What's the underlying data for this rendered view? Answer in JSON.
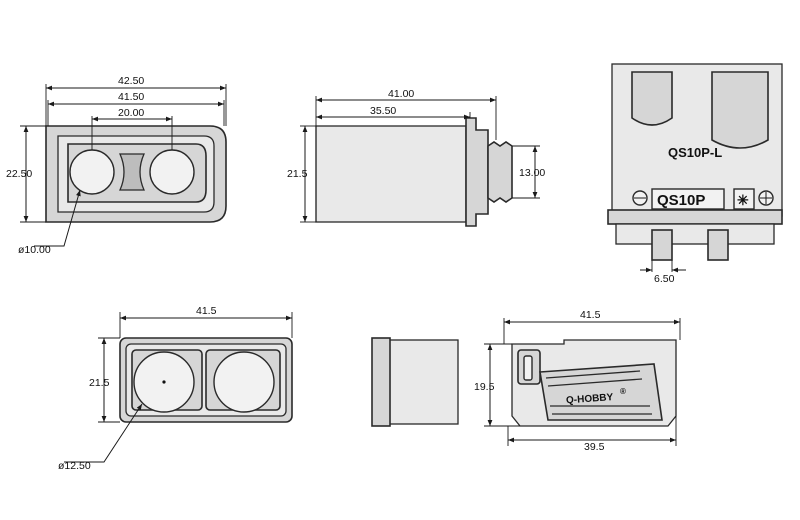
{
  "views": {
    "top": {
      "overall_width": "42.50",
      "inner_width": "41.50",
      "pin_spacing": "20.00",
      "height": "22.50",
      "pin_diameter": "ø10.00"
    },
    "side": {
      "overall_length": "41.00",
      "body_length": "35.50",
      "height": "21.5",
      "tail_height": "13.00"
    },
    "end": {
      "model_upper": "QS10P-L",
      "model_badge": "QS10P",
      "pin_width": "6.50"
    },
    "front": {
      "width": "41.5",
      "height": "21.5",
      "hole_diameter": "ø12.50"
    },
    "profile": {
      "width": "41.5",
      "height": "19.5",
      "base_width": "39.5",
      "brand": "Q-HOBBY"
    }
  }
}
